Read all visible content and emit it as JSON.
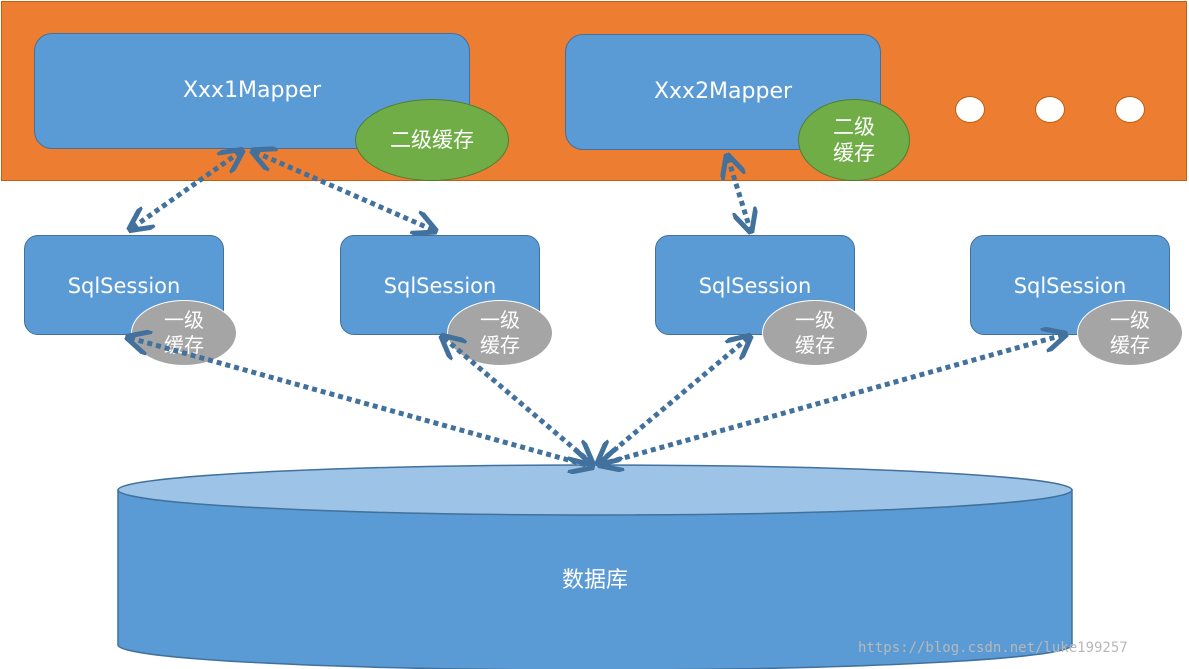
{
  "mappers": [
    {
      "label": "Xxx1Mapper",
      "cache_label": "二级缓存"
    },
    {
      "label": "Xxx2Mapper",
      "cache_label": "二级缓存"
    }
  ],
  "sessions": [
    {
      "label": "SqlSession",
      "cache_label": "一级缓存"
    },
    {
      "label": "SqlSession",
      "cache_label": "一级缓存"
    },
    {
      "label": "SqlSession",
      "cache_label": "一级缓存"
    },
    {
      "label": "SqlSession",
      "cache_label": "一级缓存"
    }
  ],
  "database": {
    "label": "数据库"
  },
  "watermark": "https://blog.csdn.net/luke199257",
  "colors": {
    "mapper_band": "#ed7d31",
    "box_fill": "#5b9bd5",
    "second_level_cache": "#70ad47",
    "first_level_cache": "#a5a5a5",
    "arrow": "#41719c"
  }
}
